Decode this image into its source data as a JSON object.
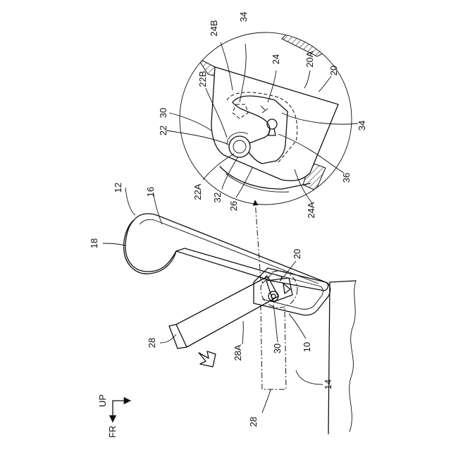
{
  "labels": {
    "l10": "10",
    "l12": "12",
    "l14": "14",
    "l16": "16",
    "l18": "18",
    "l20_main": "20",
    "l20_detail": "20",
    "l20A": "20A",
    "l22": "22",
    "l22A": "22A",
    "l22B": "22B",
    "l24": "24",
    "l24A": "24A",
    "l24B": "24B",
    "l26": "26",
    "l28_up": "28",
    "l28_down": "28",
    "l28A": "28A",
    "l30_main": "30",
    "l30_detail": "30",
    "l32": "32",
    "l34_top": "34",
    "l34_right": "34",
    "l36": "36"
  },
  "compass": {
    "up": "UP",
    "front": "FR"
  }
}
